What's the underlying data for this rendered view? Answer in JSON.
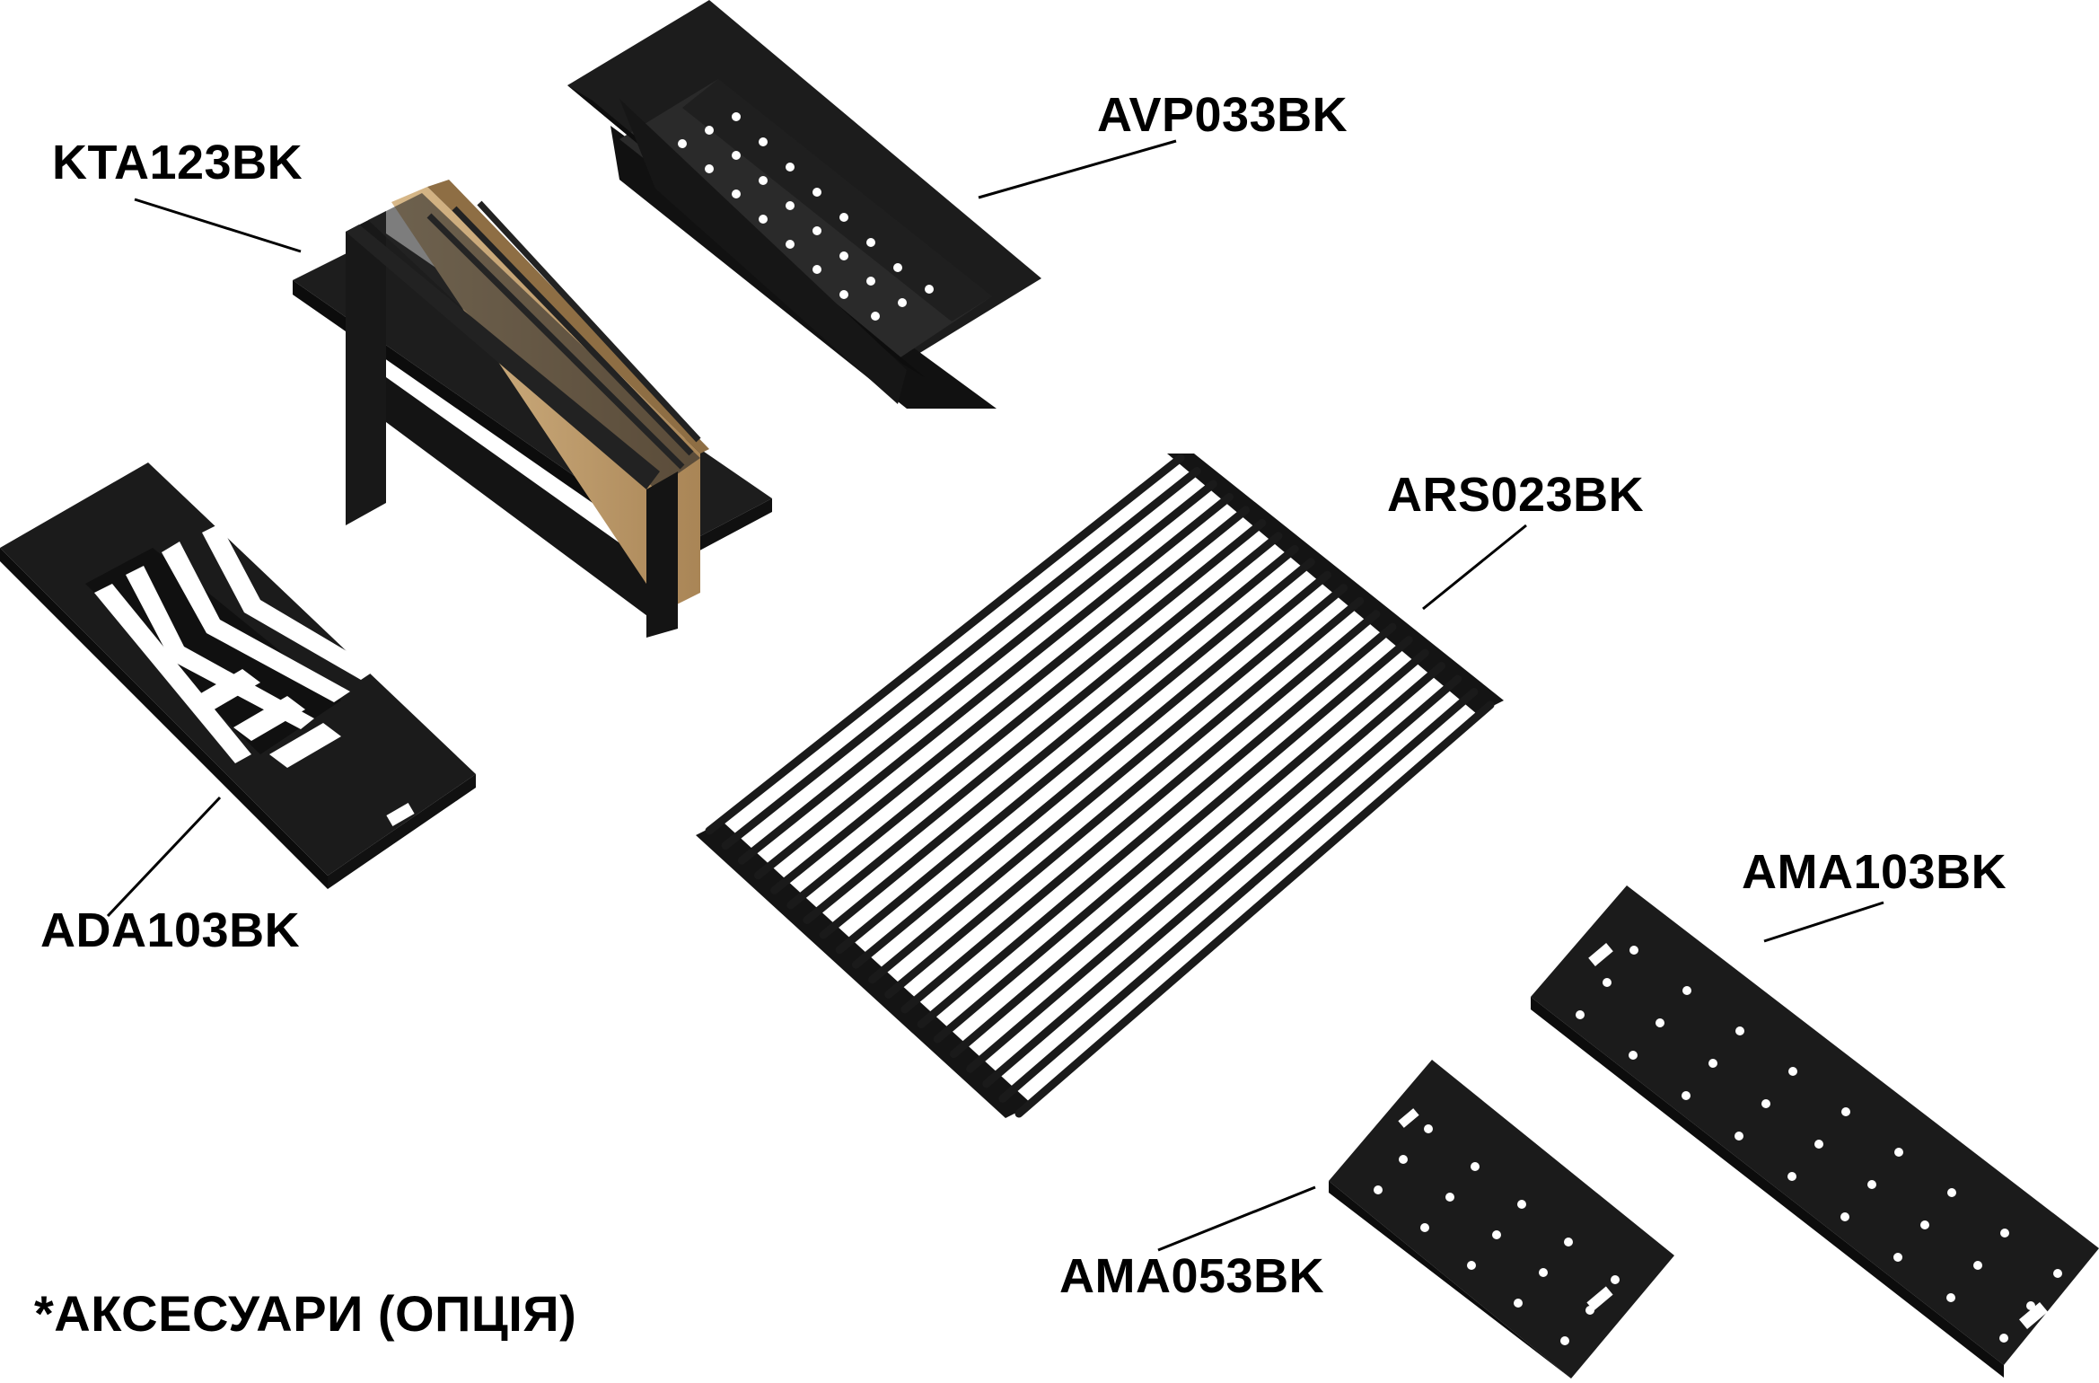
{
  "labels": {
    "kta": "KTA123BK",
    "avp": "AVP033BK",
    "ars": "ARS023BK",
    "ada": "ADA103BK",
    "ama103": "AMA103BK",
    "ama053": "AMA053BK"
  },
  "footnote": "*АКСЕСУАРИ (ОПЦІЯ)",
  "colors": {
    "product": "#1a1a1a",
    "product_edge": "#2b2b2b",
    "wood": "#c8a674",
    "text": "#000000",
    "background": "#ffffff"
  }
}
